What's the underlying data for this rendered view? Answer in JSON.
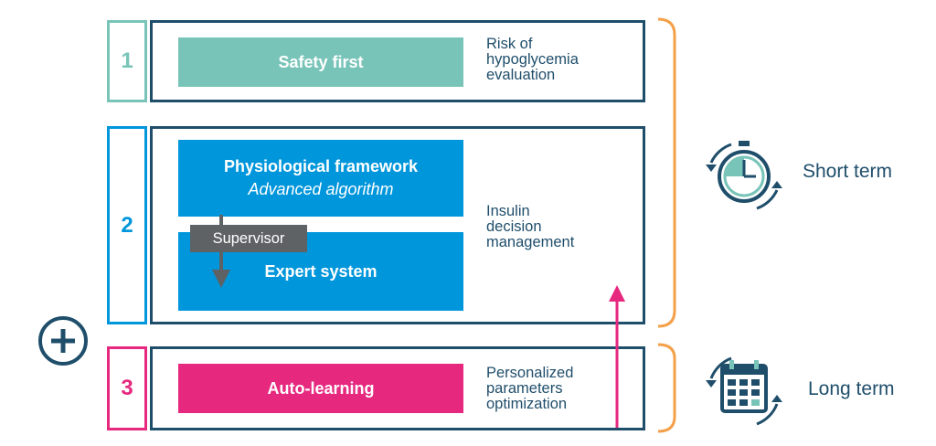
{
  "rows": [
    {
      "number": "1",
      "bar_label": "Safety first",
      "description": [
        "Risk of",
        "hypoglycemia",
        "evaluation"
      ]
    },
    {
      "number": "2",
      "bar_title": "Physiological framework",
      "bar_subtitle": "Advanced algorithm",
      "supervisor_label": "Supervisor",
      "expert_label": "Expert system",
      "description": [
        "Insulin",
        "decision",
        "management"
      ]
    },
    {
      "number": "3",
      "bar_label": "Auto-learning",
      "description": [
        "Personalized",
        "parameters",
        "optimization"
      ]
    }
  ],
  "terms": {
    "short": "Short term",
    "long": "Long term"
  },
  "icons": {
    "plus": "plus-circle-icon",
    "clock": "stopwatch-cycle-icon",
    "calendar": "calendar-cycle-icon"
  },
  "colors": {
    "navy": "#1f4e6b",
    "teal": "#78c4b8",
    "blue": "#0096db",
    "pink": "#e6287f",
    "orange": "#f4a049",
    "grey": "#5f6264"
  }
}
